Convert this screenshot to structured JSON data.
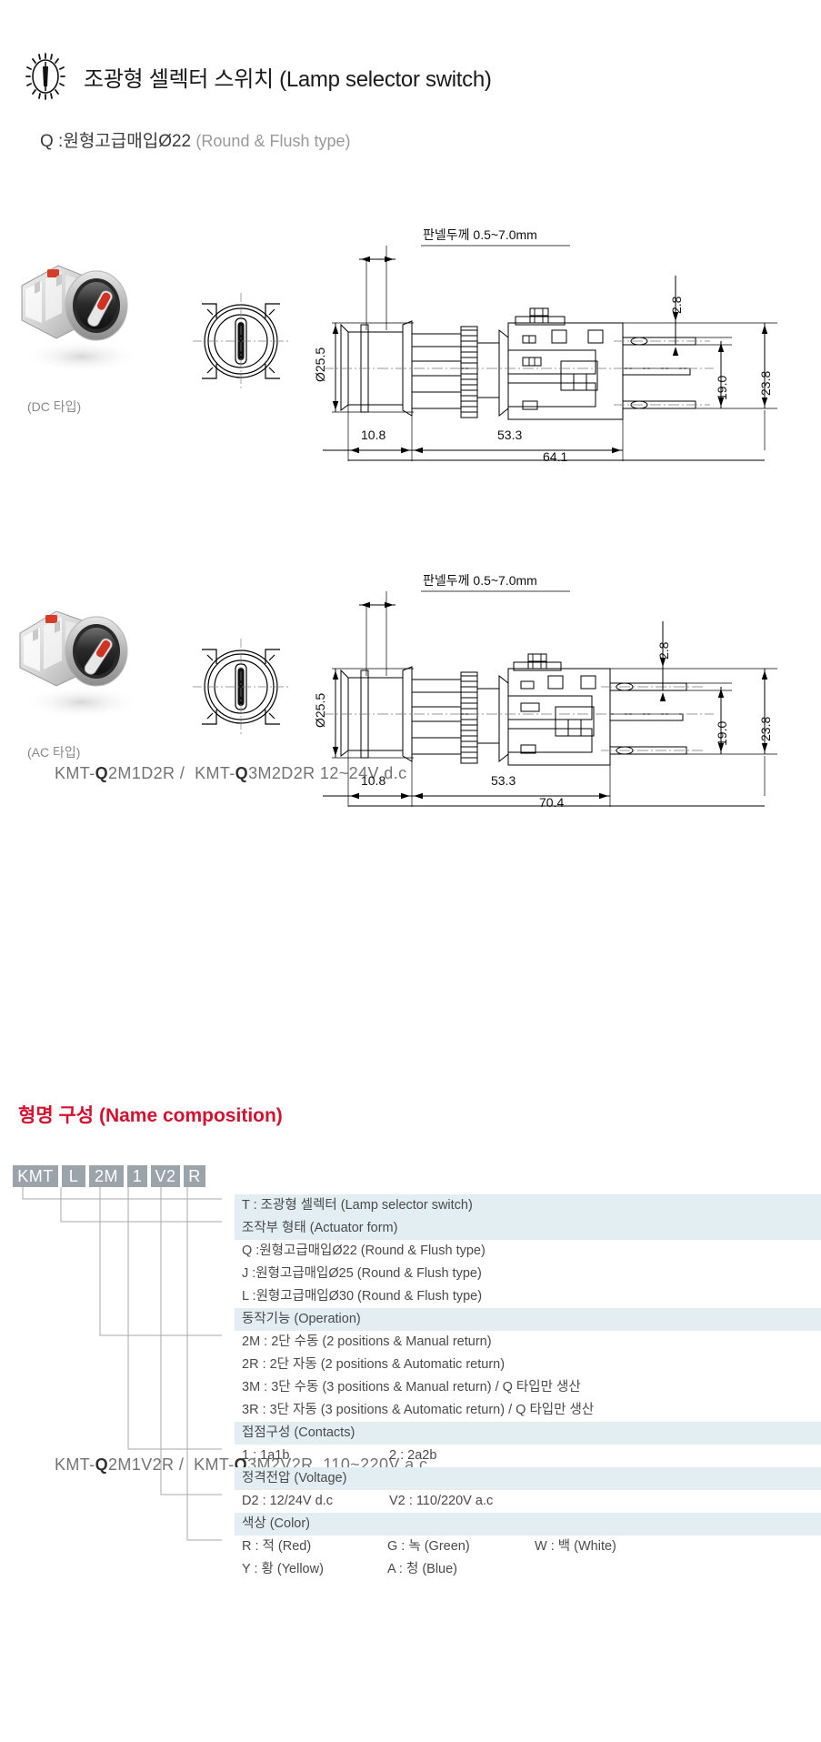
{
  "header": {
    "icon": "selector-switch-icon",
    "title": "조광형 셀렉터 스위치 (Lamp selector switch)",
    "subtitle_main": "Q :원형고급매입Ø22",
    "subtitle_paren": "(Round & Flush type)"
  },
  "blocks": [
    {
      "id": "dc",
      "photo_caption": "(DC 타입)",
      "panel_note": "판넬두께 0.5~7.0mm",
      "dim_diameter": "Ø25.5",
      "dim_top": "2.8",
      "dim_mid": "19.0",
      "dim_right": "23.8",
      "dim_a": "10.8",
      "dim_b": "53.3",
      "dim_total": "64.1",
      "model_1_prefix": "KMT-",
      "model_1_bold": "Q",
      "model_1_rest": "2M1D2R /",
      "model_2_prefix": "KMT-",
      "model_2_bold": "Q",
      "model_2_rest": "3M2D2R",
      "model_voltage": "12~24V d.c"
    },
    {
      "id": "ac",
      "photo_caption": "(AC 타입)",
      "panel_note": "판넬두께 0.5~7.0mm",
      "dim_diameter": "Ø25.5",
      "dim_top": "2.8",
      "dim_mid": "19.0",
      "dim_right": "23.8",
      "dim_a": "10.8",
      "dim_b": "53.3",
      "dim_total": "70.4",
      "model_1_prefix": "KMT-",
      "model_1_bold": "Q",
      "model_1_rest": "2M1V2R /",
      "model_2_prefix": "KMT-",
      "model_2_bold": "Q",
      "model_2_rest": "3M2V2R",
      "model_voltage": "110~220V a.c"
    }
  ],
  "name_composition": {
    "title": "형명 구성 (Name composition)",
    "title_color": "#d2122e",
    "code_boxes": [
      {
        "label": "KMT"
      },
      {
        "label": "L"
      },
      {
        "label": "2M"
      },
      {
        "label": "1"
      },
      {
        "label": "V2"
      },
      {
        "label": "R"
      }
    ],
    "rows": [
      {
        "type": "head",
        "c1": "T : 조광형 셀렉터 (Lamp selector switch)"
      },
      {
        "type": "head",
        "c1": "조작부 형태 (Actuator form)"
      },
      {
        "type": "item",
        "c1": "Q :원형고급매입Ø22 (Round & Flush type)"
      },
      {
        "type": "item",
        "c1": "J  :원형고급매입Ø25 (Round & Flush type)"
      },
      {
        "type": "item",
        "c1": "L  :원형고급매입Ø30 (Round & Flush type)"
      },
      {
        "type": "head",
        "c1": "동작기능 (Operation)"
      },
      {
        "type": "item",
        "c1": "2M : 2단 수동 (2 positions & Manual return)"
      },
      {
        "type": "item",
        "c1": "2R : 2단 자동 (2 positions & Automatic return)"
      },
      {
        "type": "item",
        "c1": "3M : 3단 수동 (3 positions & Manual return) / Q 타입만 생산"
      },
      {
        "type": "item",
        "c1": "3R : 3단 자동 (3 positions & Automatic return) / Q 타입만 생산"
      },
      {
        "type": "head",
        "c1": "접점구성 (Contacts)"
      },
      {
        "type": "item2",
        "c1": "1 : 1a1b",
        "c2": "2 : 2a2b"
      },
      {
        "type": "head",
        "c1": "정격전압 (Voltage)"
      },
      {
        "type": "item2",
        "c1": "D2 : 12/24V d.c",
        "c2": "V2 : 110/220V a.c"
      },
      {
        "type": "head",
        "c1": "색상 (Color)"
      },
      {
        "type": "item3",
        "c1": "R : 적 (Red)",
        "c2": "G : 녹 (Green)",
        "c3": "W : 백 (White)"
      },
      {
        "type": "item2",
        "c1": "Y : 황 (Yellow)",
        "c2": "A : 청 (Blue)"
      }
    ]
  }
}
